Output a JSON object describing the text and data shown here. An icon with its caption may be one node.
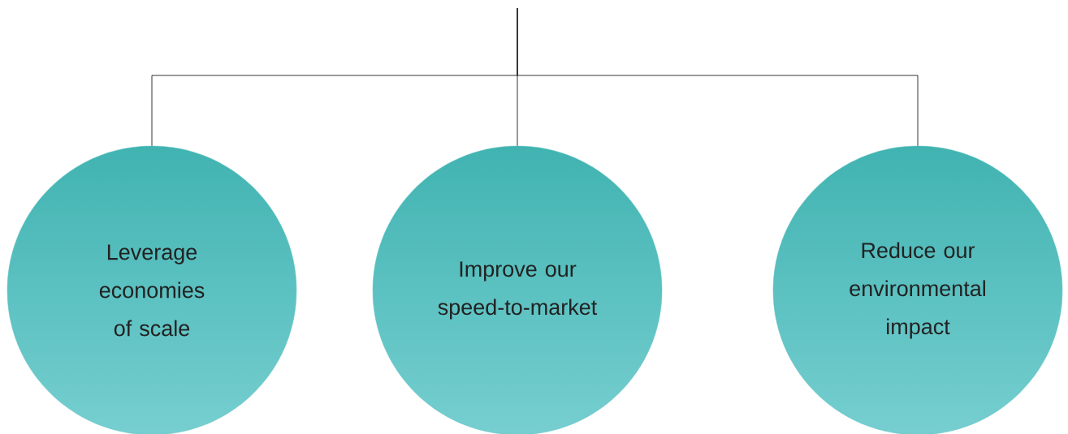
{
  "diagram": {
    "nodes": [
      {
        "text": [
          "Leverage economies of scale"
        ]
      },
      {
        "text": [
          "Improve our speed-to-market"
        ]
      },
      {
        "text": [
          "Reduce our environmental impact"
        ]
      }
    ],
    "edges": [
      {
        "from": null,
        "to": 0,
        "arrow": "none"
      },
      {
        "from": null,
        "to": 1,
        "arrow": "none"
      },
      {
        "from": null,
        "to": 2,
        "arrow": "none"
      }
    ]
  }
}
